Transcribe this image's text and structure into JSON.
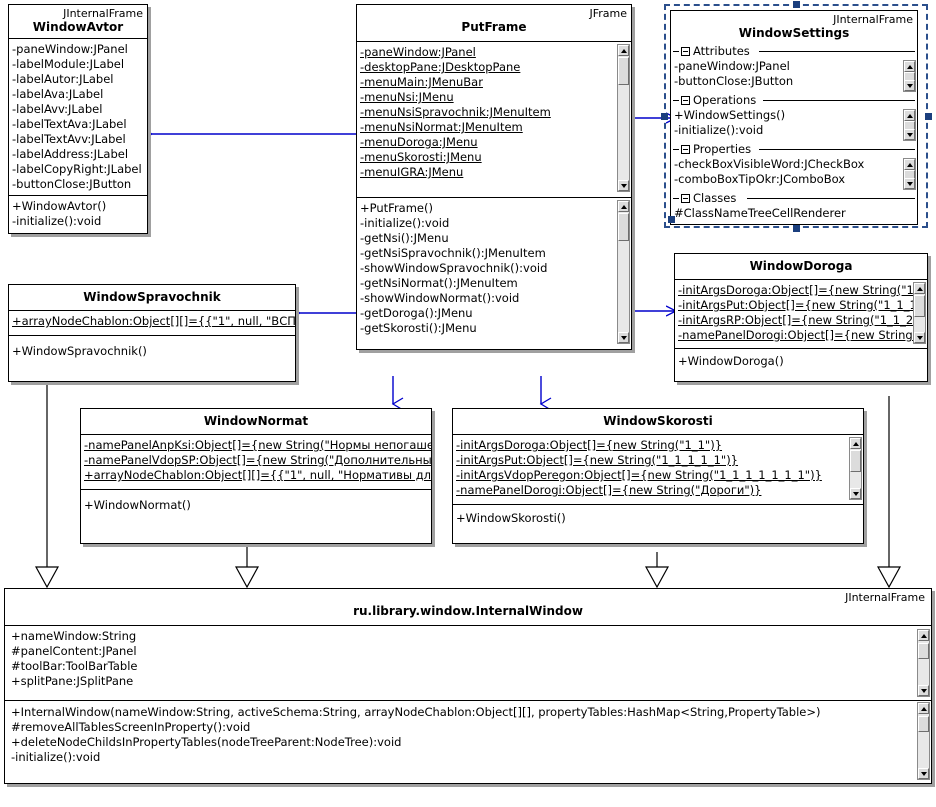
{
  "diagram": {
    "title": "UML class diagram",
    "colors": {
      "association": "#0000cc",
      "generalization": "#000000",
      "selection": "#2b4f8c",
      "handle": "#1b3f7e",
      "box_border": "#000000",
      "box_fill": "#ffffff",
      "shadow": "#a0a0a0"
    }
  },
  "classes": {
    "window_avtor": {
      "stereotype": "JInternalFrame",
      "name": "WindowAvtor",
      "attributes": [
        "-paneWindow:JPanel",
        "-labelModule:JLabel",
        "-labelAutor:JLabel",
        "-labelAva:JLabel",
        "-labelAvv:JLabel",
        "-labelTextAva:JLabel",
        "-labelTextAvv:JLabel",
        "-labelAddress:JLabel",
        "-labelCopyRight:JLabel",
        "-buttonClose:JButton"
      ],
      "operations": [
        "+WindowAvtor()",
        "-initialize():void"
      ]
    },
    "put_frame": {
      "stereotype": "JFrame",
      "name": "PutFrame",
      "attributes": [
        "-paneWindow:JPanel",
        "-desktopPane:JDesktopPane",
        "-menuMain:JMenuBar",
        "-menuNsi:JMenu",
        "-menuNsiSpravochnik:JMenuItem",
        "-menuNsiNormat:JMenuItem",
        "-menuDoroga:JMenu",
        "-menuSkorosti:JMenu",
        "-menuIGRA:JMenu"
      ],
      "operations": [
        "+PutFrame()",
        "-initialize():void",
        "-getNsi():JMenu",
        "-getNsiSpravochnik():JMenuItem",
        "-showWindowSpravochnik():void",
        "-getNsiNormat():JMenuItem",
        "-showWindowNormat():void",
        "-getDoroga():JMenu",
        "-getSkorosti():JMenu"
      ]
    },
    "window_settings": {
      "stereotype": "JInternalFrame",
      "name": "WindowSettings",
      "selected": true,
      "groups": [
        {
          "label": "Attributes",
          "members": [
            "-paneWindow:JPanel",
            "-buttonClose:JButton"
          ]
        },
        {
          "label": "Operations",
          "members": [
            "+WindowSettings()",
            "-initialize():void"
          ]
        },
        {
          "label": "Properties",
          "members": [
            "-checkBoxVisibleWord:JCheckBox",
            "-comboBoxTipOkr:JComboBox"
          ]
        },
        {
          "label": "Classes",
          "members": [
            "#ClassNameTreeCellRenderer"
          ]
        }
      ]
    },
    "window_spravochnik": {
      "stereotype": "",
      "name": "WindowSpravochnik",
      "attributes": [
        "+arrayNodeChablon:Object[][]={{\"1\", null, \"ВСП\","
      ],
      "operations": [
        "+WindowSpravochnik()"
      ]
    },
    "window_doroga": {
      "stereotype": "",
      "name": "WindowDoroga",
      "attributes": [
        "-initArgsDoroga:Object[]={new String(\"1_",
        "-initArgsPut:Object[]={new String(\"1_1_1",
        "-initArgsRP:Object[]={new String(\"1_1_2_",
        "-namePanelDorogi:Object[]={new String(\""
      ],
      "operations": [
        "+WindowDoroga()"
      ]
    },
    "window_normat": {
      "stereotype": "",
      "name": "WindowNormat",
      "attributes": [
        "-namePanelAnpKsi:Object[]={new String(\"Нормы непогаше",
        "-namePanelVdopSP:Object[]={new String(\"Дополнительны",
        "+arrayNodeChablon:Object[][]={{\"1\", null, \"Нормативы для"
      ],
      "operations": [
        "+WindowNormat()"
      ]
    },
    "window_skorosti": {
      "stereotype": "",
      "name": "WindowSkorosti",
      "attributes": [
        "-initArgsDoroga:Object[]={new String(\"1_1\")}",
        "-initArgsPut:Object[]={new String(\"1_1_1_1_1\")}",
        "-initArgsVdopPeregon:Object[]={new String(\"1_1_1_1_1_1_1\")}",
        "-namePanelDorogi:Object[]={new String(\"Дороги\")}"
      ],
      "operations": [
        "+WindowSkorosti()"
      ]
    },
    "internal_window": {
      "stereotype": "JInternalFrame",
      "name": "ru.library.window.InternalWindow",
      "attributes": [
        "+nameWindow:String",
        "#panelContent:JPanel",
        "#toolBar:ToolBarTable",
        "+splitPane:JSplitPane"
      ],
      "operations": [
        "+InternalWindow(nameWindow:String, activeSchema:String, arrayNodeChablon:Object[][], propertyTables:HashMap<String,PropertyTable>)",
        "#removeAllTablesScreenInProperty():void",
        "+deleteNodeChildsInPropertyTables(nodeTreeParent:NodeTree):void",
        "-initialize():void"
      ]
    }
  },
  "relationships": [
    {
      "kind": "association",
      "from": "put_frame",
      "to": "window_avtor"
    },
    {
      "kind": "association",
      "from": "put_frame",
      "to": "window_settings"
    },
    {
      "kind": "association",
      "from": "put_frame",
      "to": "window_spravochnik"
    },
    {
      "kind": "association",
      "from": "put_frame",
      "to": "window_doroga"
    },
    {
      "kind": "association",
      "from": "put_frame",
      "to": "window_normat"
    },
    {
      "kind": "association",
      "from": "put_frame",
      "to": "window_skorosti"
    },
    {
      "kind": "generalization",
      "from": "window_spravochnik",
      "to": "internal_window"
    },
    {
      "kind": "generalization",
      "from": "window_normat",
      "to": "internal_window"
    },
    {
      "kind": "generalization",
      "from": "window_skorosti",
      "to": "internal_window"
    },
    {
      "kind": "generalization",
      "from": "window_doroga",
      "to": "internal_window"
    }
  ]
}
